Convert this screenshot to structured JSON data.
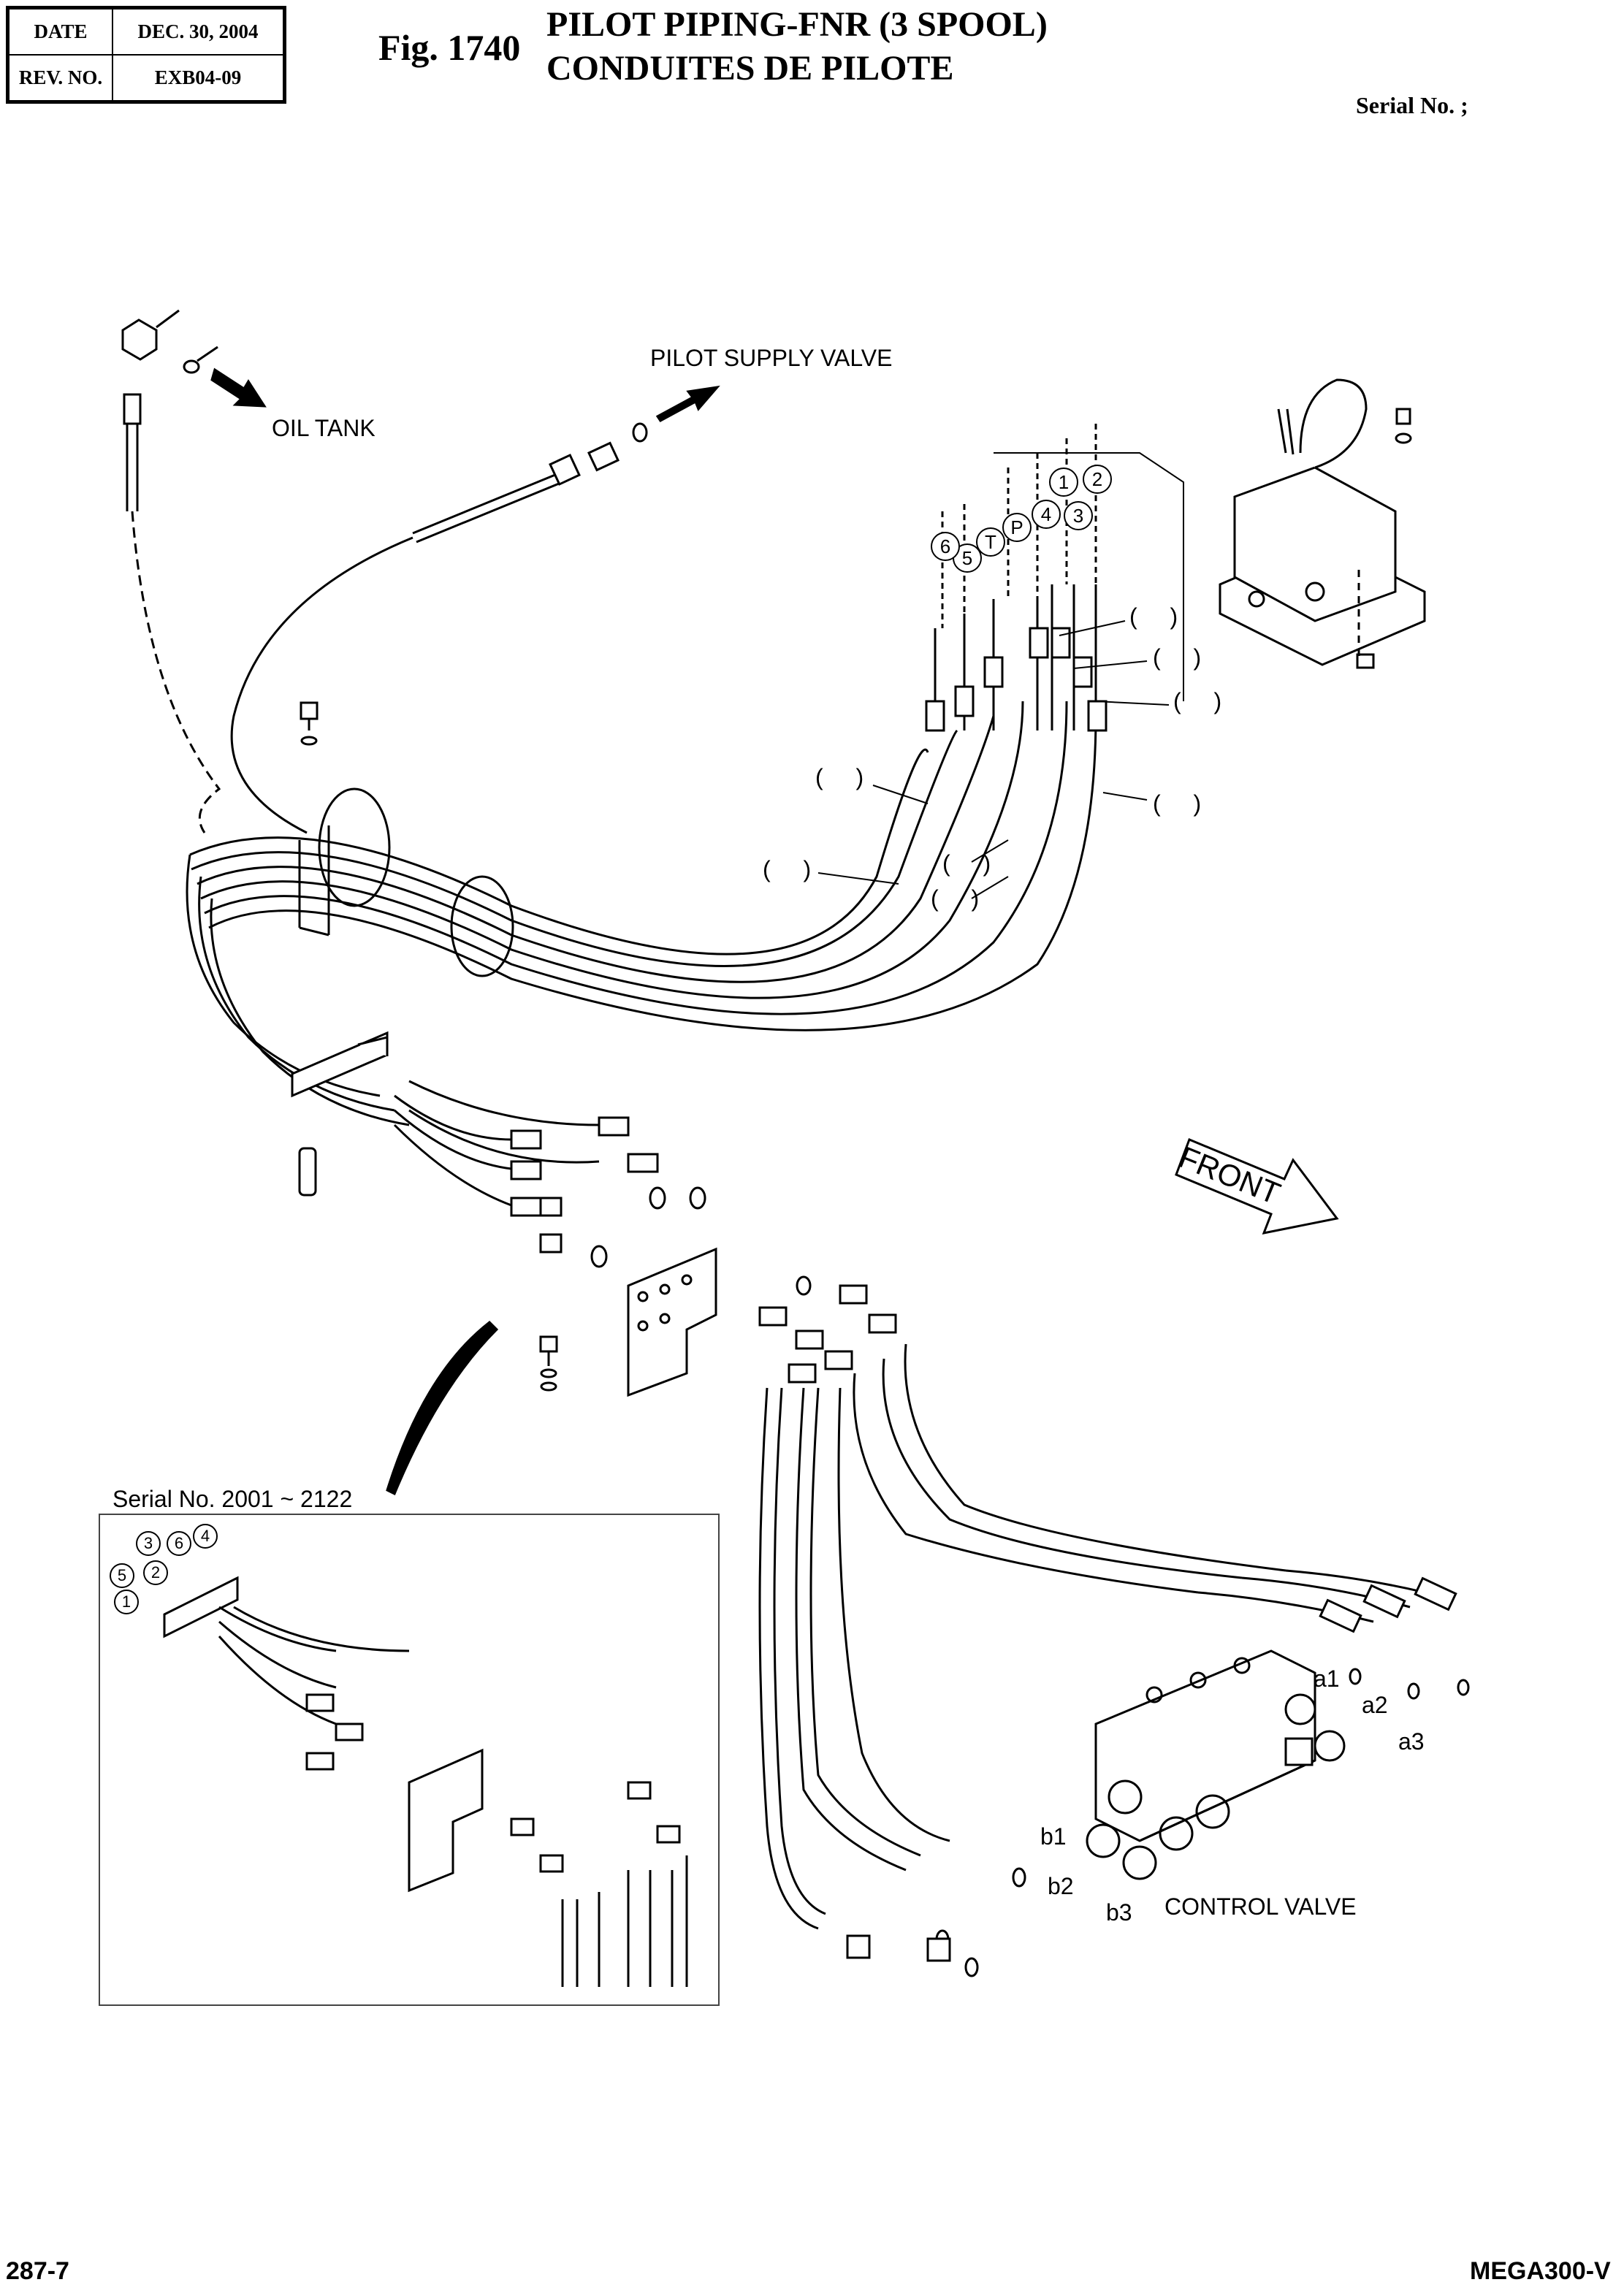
{
  "header": {
    "date_label": "DATE",
    "date_value": "DEC. 30, 2004",
    "rev_label": "REV. NO.",
    "rev_value": "EXB04-09"
  },
  "figure": {
    "number": "Fig. 1740",
    "title_line1": "PILOT PIPING-FNR (3 SPOOL)",
    "title_line2": "CONDUITES DE PILOTE",
    "serial": "Serial No. ;"
  },
  "labels": {
    "oil_tank": "OIL TANK",
    "pilot_supply_valve": "PILOT SUPPLY VALVE",
    "front": "FRONT",
    "control_valve": "CONTROL VALVE",
    "inset_serial": "Serial No. 2001 ~ 2122",
    "a1": "a1",
    "a2": "a2",
    "a3": "a3",
    "b1": "b1",
    "b2": "b2",
    "b3": "b3"
  },
  "port_markers": [
    "1",
    "2",
    "3",
    "4",
    "5",
    "6",
    "T",
    "P"
  ],
  "inset_markers": [
    "1",
    "2",
    "3",
    "4",
    "5",
    "6"
  ],
  "paren_callouts": [
    "( )",
    "( )",
    "( )",
    "( )",
    "( )",
    "( )",
    "( )",
    "( )"
  ],
  "footer": {
    "page": "287-7",
    "model": "MEGA300-V"
  }
}
